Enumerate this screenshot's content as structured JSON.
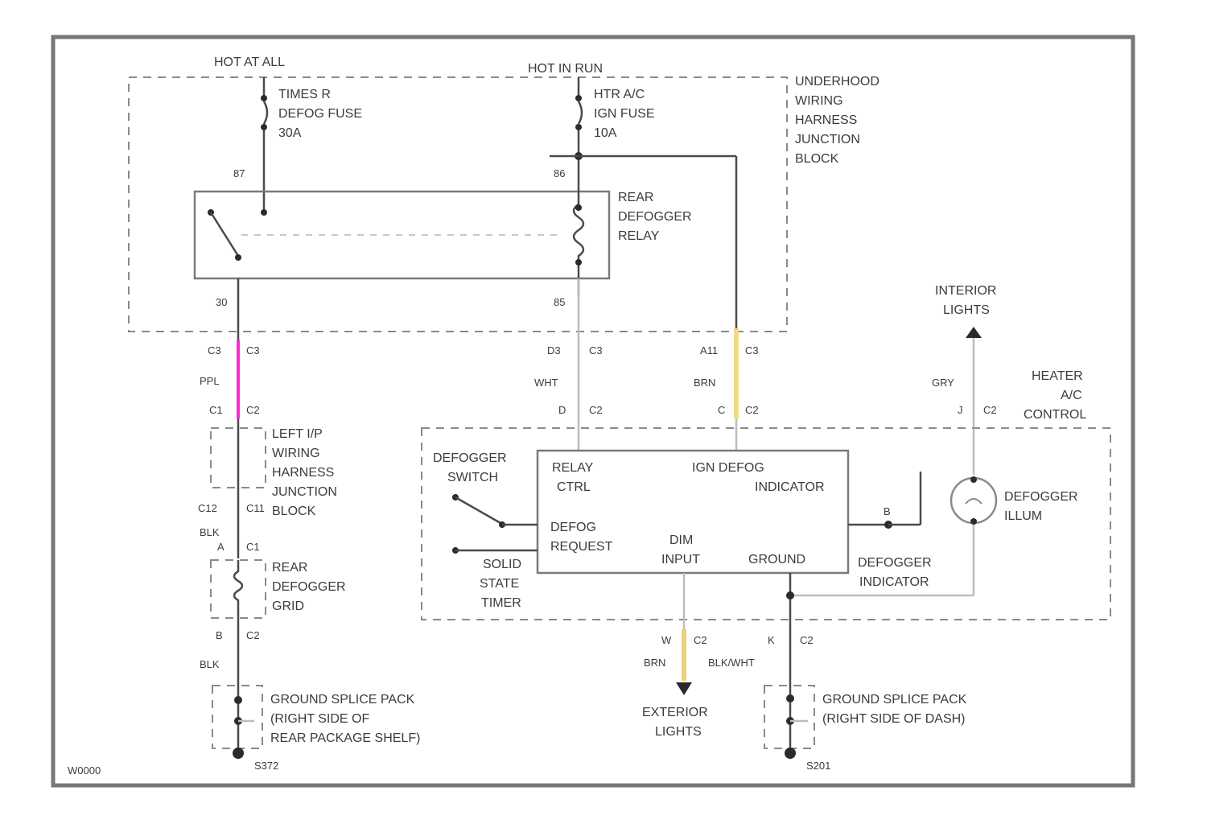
{
  "diagram": {
    "figure_id": "W0000",
    "sources": {
      "hot_at_all": "HOT AT ALL",
      "hot_in_run": "HOT IN RUN"
    },
    "fuses": {
      "defog": [
        "TIMES R",
        "DEFOG FUSE",
        "30A"
      ],
      "ign": [
        "HTR A/C",
        "IGN FUSE",
        "10A"
      ]
    },
    "blocks": {
      "underhood": [
        "UNDERHOOD",
        "WIRING",
        "HARNESS",
        "JUNCTION",
        "BLOCK"
      ],
      "left_ip": [
        "LEFT I/P",
        "WIRING",
        "HARNESS",
        "JUNCTION",
        "BLOCK"
      ],
      "hvac": [
        "HEATER",
        "A/C",
        "CONTROL"
      ]
    },
    "relay": {
      "name": [
        "REAR",
        "DEFOGGER",
        "RELAY"
      ],
      "pins": [
        "87",
        "86",
        "30",
        "85"
      ]
    },
    "grid": [
      "REAR",
      "DEFOGGER",
      "GRID"
    ],
    "control_module": {
      "relay_ctrl": [
        "RELAY",
        "CTRL"
      ],
      "defog_request": [
        "DEFOG",
        "REQUEST"
      ],
      "ign_defog_indicator": [
        "IGN DEFOG",
        "INDICATOR"
      ],
      "dim_input": [
        "DIM",
        "INPUT"
      ],
      "ground": "GROUND"
    },
    "switch": [
      "DEFOGGER",
      "SWITCH"
    ],
    "timer": [
      "SOLID",
      "STATE",
      "TIMER"
    ],
    "defogger_illum": [
      "DEFOGGER",
      "ILLUM"
    ],
    "defogger_indicator": [
      "DEFOGGER",
      "INDICATOR"
    ],
    "interior_lights": [
      "INTERIOR",
      "LIGHTS"
    ],
    "exterior_lights": [
      "EXTERIOR",
      "LIGHTS"
    ],
    "ground_splices": {
      "rear": [
        "GROUND SPLICE PACK",
        "(RIGHT SIDE OF",
        "REAR PACKAGE SHELF)"
      ],
      "dash": [
        "GROUND SPLICE PACK",
        "(RIGHT SIDE OF DASH)"
      ],
      "rear_id": "S372",
      "dash_id": "S201"
    },
    "wire_colors": {
      "left": "PPL",
      "center": "WHT",
      "right": "BRN",
      "black": "BLK",
      "gray": "GRY",
      "dim": "BRN",
      "ground_right": "BLK/WHT"
    },
    "connectors": {
      "c3_left": "C3",
      "c3_right": "C3",
      "c1_left": "C1",
      "c2_left": "C2",
      "c12": "C12",
      "c11": "C11",
      "a": "A",
      "c1": "C1",
      "pin_a": "A",
      "c2_grid": "C2",
      "b_pin": "B",
      "j_c3_mid": "D3",
      "j_c3_right": "A11",
      "d": "D",
      "c2_mid": "C2",
      "c": "C",
      "c2_right": "C2",
      "j": "J",
      "c2_illum": "C2",
      "pin_b": "B",
      "dim_w": "W",
      "dim_c2": "C2",
      "gnd_k": "K",
      "gnd_c2": "C2",
      "pin_30": "30",
      "pin_85": "85",
      "pin_86": "86",
      "pin_87": "87",
      "ind_pin": "B"
    },
    "colors": {
      "ppl_wire": "#ff2ad4",
      "brn_wire": "#f2d98a",
      "dim_wire": "#e8d27a"
    }
  }
}
